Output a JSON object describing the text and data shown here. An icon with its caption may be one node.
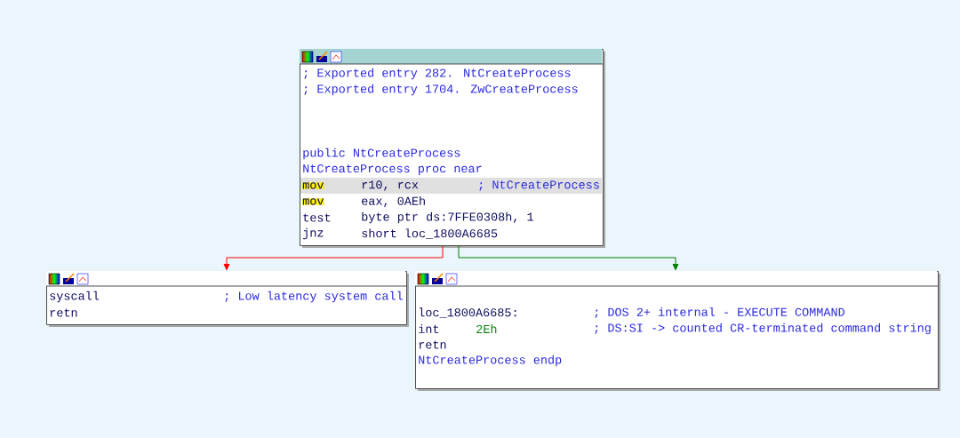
{
  "diagram": {
    "nodes": [
      {
        "text": [
          "; Exported entry 282. NtCreateProcess",
          "; Exported entry 1704. ZwCreateProcess",
          "public NtCreateProcess",
          "NtCreateProcess proc near",
          "mov",
          "r10, rcx",
          "; NtCreateProcess",
          "mov",
          "eax, 0AEh",
          "test",
          "byte ptr ds:7FFE0308h, 1",
          "jnz",
          "short loc_1800A6685"
        ]
      },
      {
        "text": [
          "syscall",
          "; Low latency system call",
          "retn"
        ]
      },
      {
        "text": [
          "loc_1800A6685:",
          "; DOS 2+ internal - EXECUTE COMMAND",
          "int",
          "2Eh",
          "; DS:SI -> counted CR-terminated command string",
          "retn",
          "NtCreateProcess endp"
        ]
      }
    ],
    "edges": [
      {
        "from": 0,
        "to": 1,
        "arrow": "to",
        "color": "#ff0000"
      },
      {
        "from": 0,
        "to": 2,
        "arrow": "to",
        "color": "#008000"
      }
    ]
  }
}
